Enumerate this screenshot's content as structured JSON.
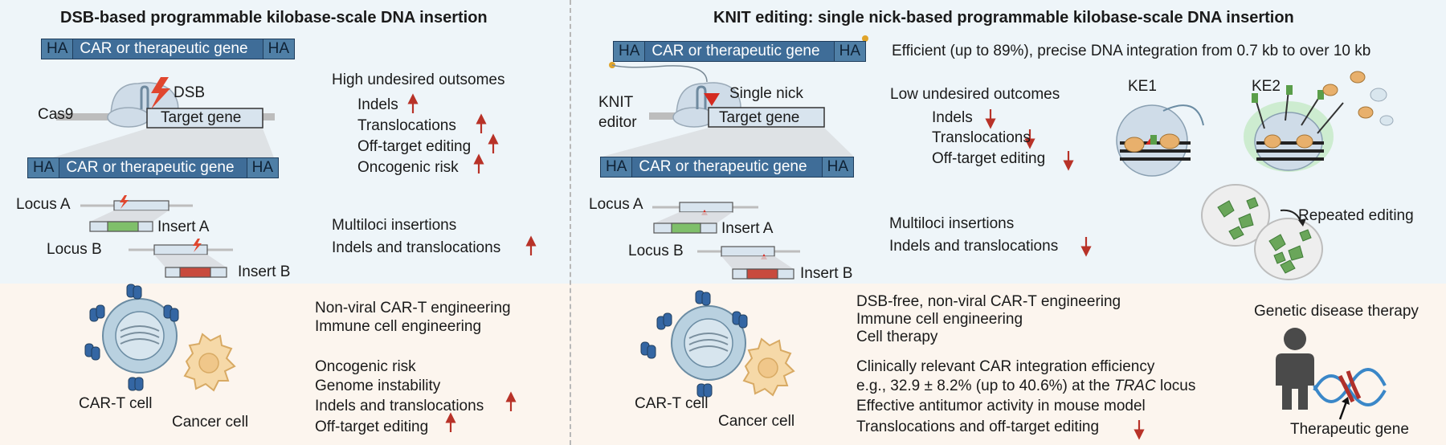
{
  "left": {
    "title": "DSB-based programmable kilobase-scale DNA insertion",
    "donor": {
      "ha1": "HA",
      "gene": "CAR or therapeutic gene",
      "ha2": "HA"
    },
    "cas9_label": "Cas9",
    "dsb_label": "DSB",
    "target_label": "Target gene",
    "product": {
      "ha1": "HA",
      "gene": "CAR or therapeutic gene",
      "ha2": "HA"
    },
    "outcomes_header": "High undesired outsomes",
    "outcomes": [
      "Indels",
      "Translocations",
      "Off-target editing",
      "Oncogenic risk"
    ],
    "locus_a": "Locus A",
    "insert_a": "Insert A",
    "locus_b": "Locus B",
    "insert_b": "Insert B",
    "multiloci_header": "Multiloci insertions",
    "multiloci_item": "Indels and translocations",
    "app_lines": [
      "Non-viral CAR-T engineering",
      "Immune cell engineering"
    ],
    "risk_lines": [
      "Oncogenic risk",
      "Genome instability",
      "Indels and translocations",
      "Off-target editing"
    ],
    "cart_label": "CAR-T cell",
    "cancer_label": "Cancer cell"
  },
  "right": {
    "title": "KNIT editing: single nick-based programmable kilobase-scale DNA insertion",
    "donor": {
      "ha1": "HA",
      "gene": "CAR or therapeutic gene",
      "ha2": "HA"
    },
    "efficiency_text": "Efficient (up to 89%), precise DNA integration from 0.7 kb to over 10 kb",
    "editor_label_1": "KNIT",
    "editor_label_2": "editor",
    "nick_label": "Single nick",
    "target_label": "Target gene",
    "product": {
      "ha1": "HA",
      "gene": "CAR or therapeutic gene",
      "ha2": "HA"
    },
    "outcomes_header": "Low undesired outcomes",
    "outcomes": [
      "Indels",
      "Translocations",
      "Off-target editing"
    ],
    "ke1": "KE1",
    "ke2": "KE2",
    "locus_a": "Locus A",
    "insert_a": "Insert A",
    "locus_b": "Locus B",
    "insert_b": "Insert B",
    "multiloci_header": "Multiloci insertions",
    "multiloci_item": "Indels and translocations",
    "repeated_label": "Repeated editing",
    "app_lines": [
      "DSB-free, non-viral CAR-T engineering",
      "Immune cell engineering",
      "Cell therapy"
    ],
    "efficiency_lines": {
      "line1": "Clinically relevant CAR integration efficiency",
      "line2_pre": "e.g., 32.9 ± 8.2% (up to 40.6%) at the ",
      "line2_italic": "TRAC",
      "line2_post": " locus",
      "line3": "Effective antitumor activity in mouse model",
      "line4": "Translocations and off-target editing"
    },
    "cart_label": "CAR-T cell",
    "cancer_label": "Cancer cell",
    "genetic_label": "Genetic disease therapy",
    "therapeutic_label": "Therapeutic gene"
  },
  "colors": {
    "arrow_red": "#b83228",
    "ha_blue": "#4f7fa6",
    "gene_blue": "#3f6d98",
    "insert_green": "#7fbf6a",
    "insert_red": "#c84a3d"
  }
}
